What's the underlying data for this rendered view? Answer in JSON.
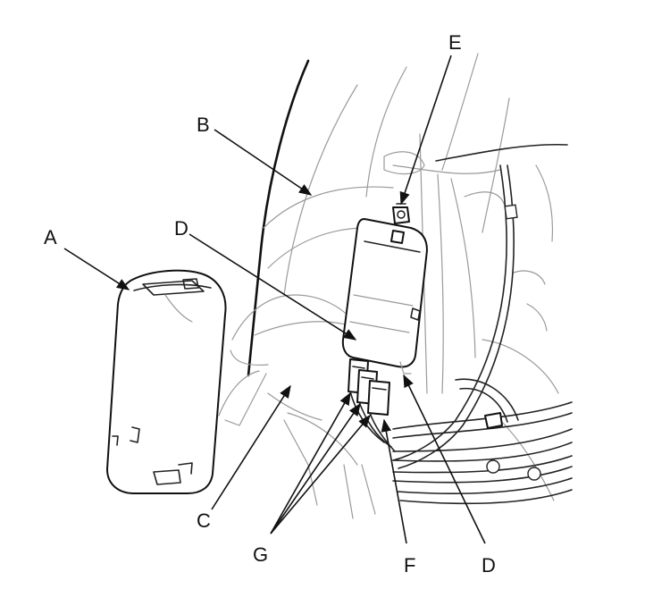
{
  "labels": {
    "A": "A",
    "B": "B",
    "C": "C",
    "D_upper": "D",
    "D_lower": "D",
    "E": "E",
    "F": "F",
    "G": "G"
  }
}
